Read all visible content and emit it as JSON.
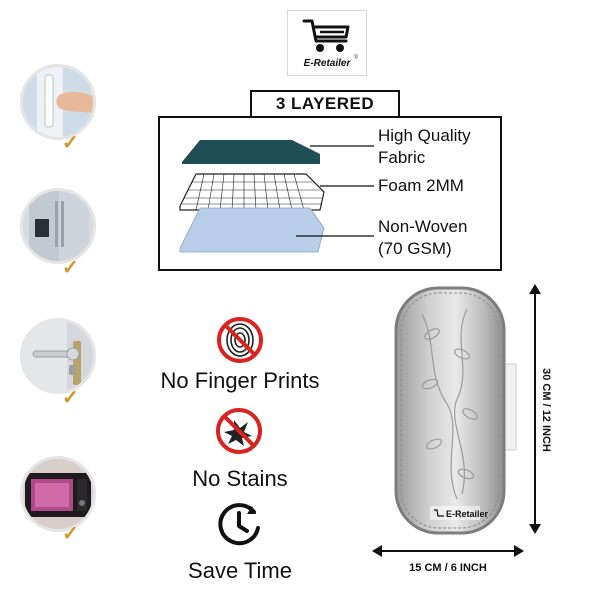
{
  "brand": {
    "name": "E-Retailer",
    "registered_mark": "®"
  },
  "layers": {
    "title": "3 LAYERED",
    "items": [
      {
        "label": "High Quality\nFabric",
        "color": "#1f4f55"
      },
      {
        "label": "Foam 2MM",
        "color": "#ffffff"
      },
      {
        "label": "Non-Woven\n(70 GSM)",
        "color": "#b8cde8"
      }
    ]
  },
  "features": [
    {
      "label": "No Finger Prints",
      "icon": "no-fingerprint-icon"
    },
    {
      "label": "No Stains",
      "icon": "no-stains-icon"
    },
    {
      "label": "Save Time",
      "icon": "clock-icon"
    }
  ],
  "usage_images": [
    {
      "icon": "fridge-handle-hand-icon"
    },
    {
      "icon": "refrigerator-door-icon"
    },
    {
      "icon": "door-handle-icon"
    },
    {
      "icon": "microwave-icon"
    }
  ],
  "product": {
    "height_label": "30 CM / 12 INCH",
    "width_label": "15 CM / 6 INCH",
    "tag_label": "E-Retailer"
  },
  "colors": {
    "accent_check": "#d3942a",
    "prohibit_red": "#d8231f"
  }
}
